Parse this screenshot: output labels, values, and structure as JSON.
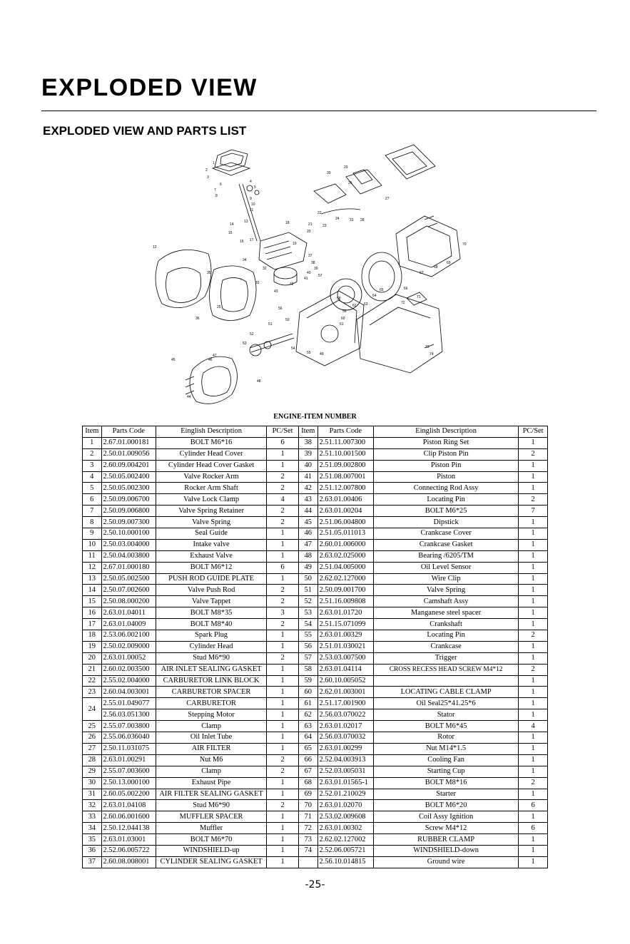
{
  "page_title": "EXPLODED VIEW",
  "section_title": "EXPLODED VIEW AND PARTS LIST",
  "table_title": "ENGINE-ITEM NUMBER",
  "columns": [
    "Item",
    "Parts Code",
    "Einglish Description",
    "PC/Set",
    "Item",
    "Parts Code",
    "Einglish Description",
    "PC/Set"
  ],
  "rows": [
    {
      "item": "1",
      "code": "2.67.01.000181",
      "desc": "BOLT M6*16",
      "qty": "6",
      "item2": "38",
      "code2": "2.51.11.007300",
      "desc2": "Piston Ring Set",
      "qty2": "1"
    },
    {
      "item": "2",
      "code": "2.50.01.009056",
      "desc": "Cylinder Head Cover",
      "qty": "1",
      "item2": "39",
      "code2": "2.51.10.001500",
      "desc2": "Clip Piston Pin",
      "qty2": "2"
    },
    {
      "item": "3",
      "code": "2.60.09.004201",
      "desc": "Cylinder Head Cover Gasket",
      "qty": "1",
      "item2": "40",
      "code2": "2.51.09.002800",
      "desc2": "Piston Pin",
      "qty2": "1"
    },
    {
      "item": "4",
      "code": "2.50.05.002400",
      "desc": "Valve Rocker Arm",
      "qty": "2",
      "item2": "41",
      "code2": "2.51.08.007001",
      "desc2": "Piston",
      "qty2": "1"
    },
    {
      "item": "5",
      "code": "2.50.05.002300",
      "desc": "Rocker Arm Shaft",
      "qty": "2",
      "item2": "42",
      "code2": "2.51.12.007800",
      "desc2": "Connecting Rod Assy",
      "qty2": "1"
    },
    {
      "item": "6",
      "code": "2.50.09.006700",
      "desc": "Valve Lock Clamp",
      "qty": "4",
      "item2": "43",
      "code2": "2.63.01.00406",
      "desc2": "Locating Pin",
      "qty2": "2"
    },
    {
      "item": "7",
      "code": "2.50.09.006800",
      "desc": "Valve Spring Retainer",
      "qty": "2",
      "item2": "44",
      "code2": "2.63.01.00204",
      "desc2": "BOLT M6*25",
      "qty2": "7"
    },
    {
      "item": "8",
      "code": "2.50.09.007300",
      "desc": "Valve Spring",
      "qty": "2",
      "item2": "45",
      "code2": "2.51.06.004800",
      "desc2": "Dipstick",
      "qty2": "1"
    },
    {
      "item": "9",
      "code": "2.50.10.000100",
      "desc": "Seal Guide",
      "qty": "1",
      "item2": "46",
      "code2": "2.51.05.011013",
      "desc2": "Crankcase Cover",
      "qty2": "1"
    },
    {
      "item": "10",
      "code": "2.50.03.004000",
      "desc": "Intake valve",
      "qty": "1",
      "item2": "47",
      "code2": "2.60.01.006000",
      "desc2": "Crankcase Gasket",
      "qty2": "1"
    },
    {
      "item": "11",
      "code": "2.50.04.003800",
      "desc": "Exhaust Valve",
      "qty": "1",
      "item2": "48",
      "code2": "2.63.02.025000",
      "desc2": "Bearing /6205/TM",
      "qty2": "1"
    },
    {
      "item": "12",
      "code": "2.67.01.000180",
      "desc": "BOLT M6*12",
      "qty": "6",
      "item2": "49",
      "code2": "2.51.04.005000",
      "desc2": "Oil Level Sensor",
      "qty2": "1"
    },
    {
      "item": "13",
      "code": "2.50.05.002500",
      "desc": "PUSH ROD GUIDE PLATE",
      "qty": "1",
      "item2": "50",
      "code2": "2.62.02.127000",
      "desc2": "Wire Clip",
      "qty2": "1"
    },
    {
      "item": "14",
      "code": "2.50.07.002600",
      "desc": "Valve Push Rod",
      "qty": "2",
      "item2": "51",
      "code2": "2.50.09.001700",
      "desc2": "Valve Spring",
      "qty2": "1"
    },
    {
      "item": "15",
      "code": "2.50.08.000200",
      "desc": "Valve Tappet",
      "qty": "2",
      "item2": "52",
      "code2": "2.51.16.009808",
      "desc2": "Camshaft Assy",
      "qty2": "1"
    },
    {
      "item": "16",
      "code": "2.63.01.04011",
      "desc": "BOLT M8*35",
      "qty": "3",
      "item2": "53",
      "code2": "2.63.01.01720",
      "desc2": "Manganese steel spacer",
      "qty2": "1"
    },
    {
      "item": "17",
      "code": "2.63.01.04009",
      "desc": "BOLT M8*40",
      "qty": "2",
      "item2": "54",
      "code2": "2.51.15.071099",
      "desc2": "Crankshaft",
      "qty2": "1"
    },
    {
      "item": "18",
      "code": "2.53.06.002100",
      "desc": "Spark Plug",
      "qty": "1",
      "item2": "55",
      "code2": "2.63.01.00329",
      "desc2": "Locating Pin",
      "qty2": "2"
    },
    {
      "item": "19",
      "code": "2.50.02.009000",
      "desc": "Cylinder Head",
      "qty": "1",
      "item2": "56",
      "code2": "2.51.01.030021",
      "desc2": "Crankcase",
      "qty2": "1"
    },
    {
      "item": "20",
      "code": "2.63.01.00052",
      "desc": "Stud M6*90",
      "qty": "2",
      "item2": "57",
      "code2": "2.53.03.007500",
      "desc2": "Trigger",
      "qty2": "1"
    },
    {
      "item": "21",
      "code": "2.60.02.003500",
      "desc": "AIR INLET SEALING GASKET",
      "qty": "1",
      "item2": "58",
      "code2": "2.63.01.04114",
      "desc2": "CROSS RECESS HEAD SCREW M4*12",
      "qty2": "2"
    },
    {
      "item": "22",
      "code": "2.55.02.004000",
      "desc": "CARBURETOR LINK BLOCK",
      "qty": "1",
      "item2": "59",
      "code2": "2.60.10.005052",
      "desc2": "",
      "qty2": "1"
    },
    {
      "item": "23",
      "code": "2.60.04.003001",
      "desc": "CARBURETOR SPACER",
      "qty": "1",
      "item2": "60",
      "code2": "2.62.01.003001",
      "desc2": "LOCATING CABLE CLAMP",
      "qty2": "1"
    },
    {
      "item": "24",
      "code": "2.55.01.049077",
      "desc": "CARBURETOR",
      "qty": "1",
      "item2": "61",
      "code2": "2.51.17.001900",
      "desc2": "Oil Seal25*41.25*6",
      "qty2": "1"
    },
    {
      "item": "",
      "code": "2.56.03.051300",
      "desc": "Stepping Motor",
      "qty": "1",
      "item2": "62",
      "code2": "2.56.03.070022",
      "desc2": "Stator",
      "qty2": "1"
    },
    {
      "item": "25",
      "code": "2.55.07.003800",
      "desc": "Clamp",
      "qty": "1",
      "item2": "63",
      "code2": "2.63.01.02017",
      "desc2": "BOLT M6*45",
      "qty2": "4"
    },
    {
      "item": "26",
      "code": "2.55.06.036040",
      "desc": "Oil Inlet Tube",
      "qty": "1",
      "item2": "64",
      "code2": "2.56.03.070032",
      "desc2": "Rotor",
      "qty2": "1"
    },
    {
      "item": "27",
      "code": "2.50.11.031075",
      "desc": "AIR FILTER",
      "qty": "1",
      "item2": "65",
      "code2": "2.63.01.00299",
      "desc2": "Nut M14*1.5",
      "qty2": "1"
    },
    {
      "item": "28",
      "code": "2.63.01.00291",
      "desc": "Nut M6",
      "qty": "2",
      "item2": "66",
      "code2": "2.52.04.003913",
      "desc2": "Cooling Fan",
      "qty2": "1"
    },
    {
      "item": "29",
      "code": "2.55.07.003600",
      "desc": "Clamp",
      "qty": "2",
      "item2": "67",
      "code2": "2.52.03.005031",
      "desc2": "Starting Cup",
      "qty2": "1"
    },
    {
      "item": "30",
      "code": "2.50.13.000100",
      "desc": "Exhaust Pipe",
      "qty": "1",
      "item2": "68",
      "code2": "2.63.01.01565-1",
      "desc2": "BOLT M8*16",
      "qty2": "2"
    },
    {
      "item": "31",
      "code": "2.60.05.002200",
      "desc": "AIR FILTER SEALING GASKET",
      "qty": "1",
      "item2": "69",
      "code2": "2.52.01.210029",
      "desc2": "Starter",
      "qty2": "1"
    },
    {
      "item": "32",
      "code": "2.63.01.04108",
      "desc": "Stud M6*90",
      "qty": "2",
      "item2": "70",
      "code2": "2.63.01.02070",
      "desc2": "BOLT M6*20",
      "qty2": "6"
    },
    {
      "item": "33",
      "code": "2.60.06.001600",
      "desc": "MUFFLER SPACER",
      "qty": "1",
      "item2": "71",
      "code2": "2.53.02.009608",
      "desc2": "Coil Assy Ignition",
      "qty2": "1"
    },
    {
      "item": "34",
      "code": "2.50.12.044138",
      "desc": "Muffler",
      "qty": "1",
      "item2": "72",
      "code2": "2.63.01.00302",
      "desc2": "Screw M4*12",
      "qty2": "6"
    },
    {
      "item": "35",
      "code": "2.63.01.03001",
      "desc": "BOLT M6*70",
      "qty": "1",
      "item2": "73",
      "code2": "2.62.02.127002",
      "desc2": "RUBBER CLAMP",
      "qty2": "1"
    },
    {
      "item": "36",
      "code": "2.52.06.005722",
      "desc": "WINDSHIELD-up",
      "qty": "1",
      "item2": "74",
      "code2": "2.52.06.005721",
      "desc2": "WINDSHIELD-down",
      "qty2": "1"
    },
    {
      "item": "37",
      "code": "2.60.08.008001",
      "desc": "CYLINDER SEALING GASKET",
      "qty": "1",
      "item2": "",
      "code2": "2.56.10.014815",
      "desc2": "Ground wire",
      "qty2": "1"
    }
  ],
  "page_number": "-25-",
  "diagram_labels": [
    "1",
    "2",
    "3",
    "4",
    "5",
    "6",
    "7",
    "8",
    "9",
    "10",
    "11",
    "12",
    "13",
    "14",
    "15",
    "16",
    "17",
    "18",
    "19",
    "20",
    "21",
    "22",
    "23",
    "24",
    "25",
    "26",
    "27",
    "28",
    "29",
    "30",
    "31",
    "32",
    "33",
    "34",
    "35",
    "36",
    "37",
    "38",
    "39",
    "40",
    "41",
    "42",
    "43",
    "44",
    "45",
    "46",
    "47",
    "48",
    "49",
    "50",
    "51",
    "52",
    "53",
    "54",
    "55",
    "56",
    "57",
    "58",
    "59",
    "60",
    "61",
    "62",
    "63",
    "64",
    "65",
    "66",
    "67",
    "68",
    "69",
    "70",
    "71",
    "72",
    "73",
    "74"
  ]
}
